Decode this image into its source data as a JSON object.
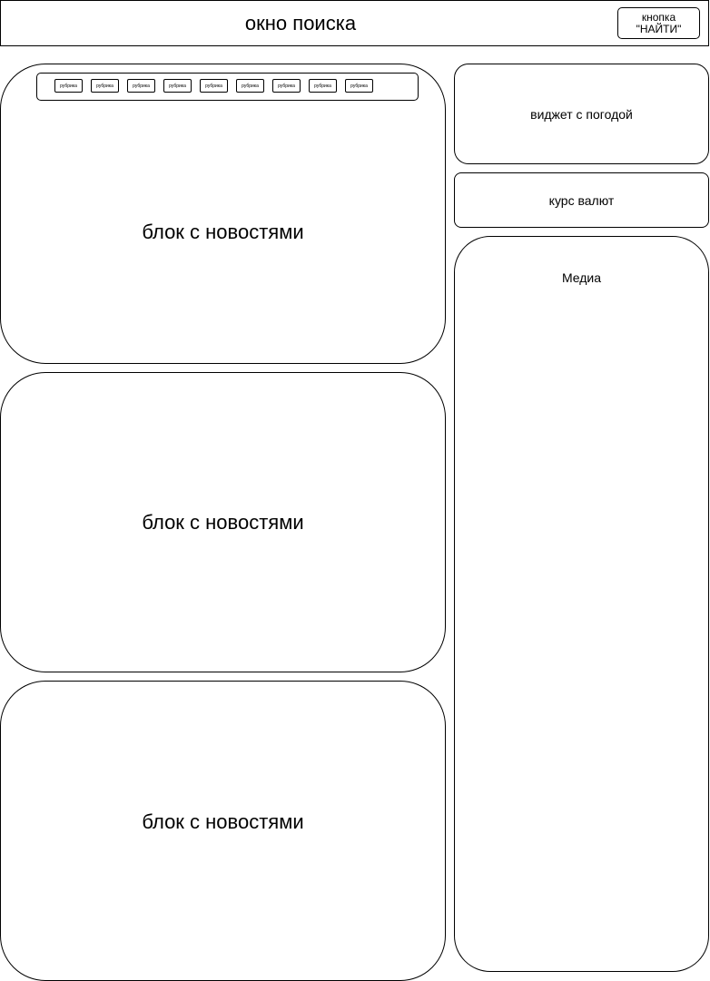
{
  "header": {
    "search_label": "окно поиска",
    "find_button_label": "кнопка\n\"НАЙТИ\""
  },
  "rubrics": [
    "рубрика",
    "рубрика",
    "рубрика",
    "рубрика",
    "рубрика",
    "рубрика",
    "рубрика",
    "рубрика",
    "рубрика"
  ],
  "news_blocks": [
    {
      "label": "блок с новостями"
    },
    {
      "label": "блок с новостями"
    },
    {
      "label": "блок с новостями"
    }
  ],
  "sidebar": {
    "weather_label": "виджет с погодой",
    "currency_label": "курс валют",
    "media_label": "Медиа"
  }
}
